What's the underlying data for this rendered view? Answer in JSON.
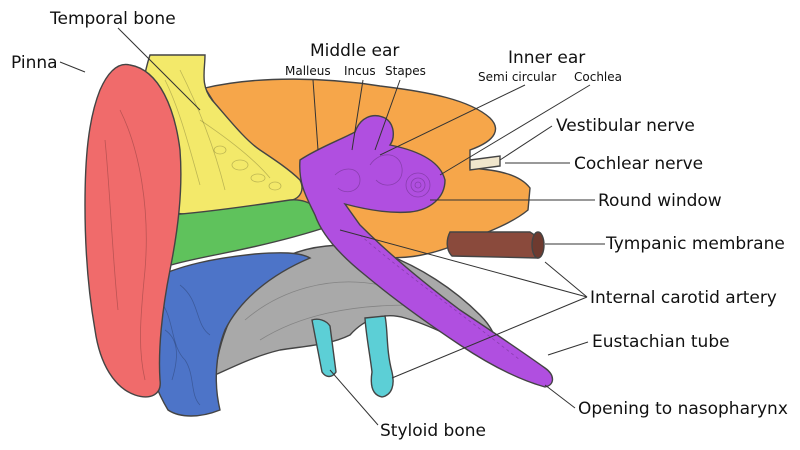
{
  "labels": {
    "temporal_bone": "Temporal bone",
    "pinna": "Pinna",
    "middle_ear": "Middle ear",
    "malleus": "Malleus",
    "incus": "Incus",
    "stapes": "Stapes",
    "inner_ear": "Inner ear",
    "semicircular": "Semi circular",
    "cochlea": "Cochlea",
    "vestibular_nerve": "Vestibular nerve",
    "cochlear_nerve": "Cochlear nerve",
    "round_window": "Round window",
    "tympanic_membrane": "Tympanic membrane",
    "internal_carotid_artery": "Internal carotid artery",
    "eustachian_tube": "Eustachian tube",
    "opening_to_nasopharynx": "Opening to nasopharynx",
    "styloid_bone": "Styloid bone"
  },
  "colors": {
    "pinna": "#f06b6b",
    "temporal_bone": "#f3e96a",
    "green_canal": "#5fc25c",
    "blue_bone": "#4d74c8",
    "grey_bone": "#a9a9a9",
    "cyan_styloid": "#5ccfd6",
    "orange_region": "#f6a64a",
    "purple_ear": "#b04fe0",
    "brown_membrane": "#8a4a3c"
  }
}
